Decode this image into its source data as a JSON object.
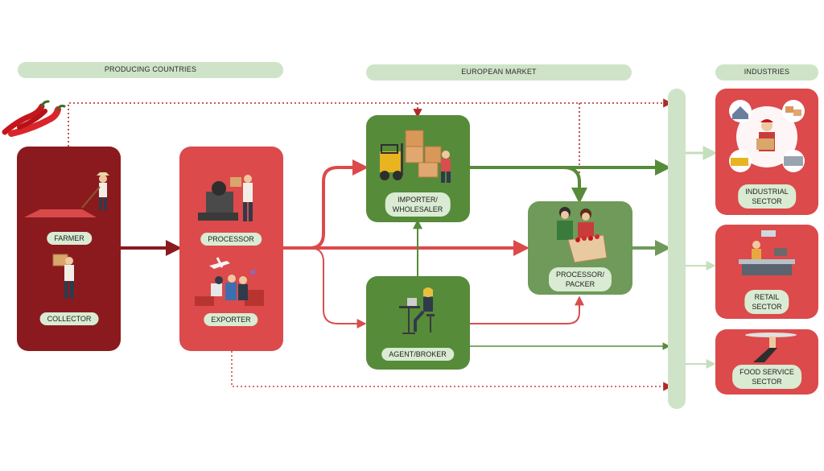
{
  "headers": {
    "producing": "PRODUCING COUNTRIES",
    "european": "EUROPEAN MARKET",
    "industries": "INDUSTRIES"
  },
  "nodes": {
    "farmer": "FARMER",
    "collector": "COLLECTOR",
    "processor": "PROCESSOR",
    "exporter": "EXPORTER",
    "importer_1": "IMPORTER/",
    "importer_2": "WHOLESALER",
    "agent": "AGENT/BROKER",
    "packer_1": "PROCESSOR/",
    "packer_2": "PACKER",
    "industrial_1": "INDUSTRIAL",
    "industrial_2": "SECTOR",
    "retail_1": "RETAIL",
    "retail_2": "SECTOR",
    "food_1": "FOOD SERVICE",
    "food_2": "SECTOR"
  },
  "colors": {
    "dark_red": "#8b1a1f",
    "red": "#dc4a4b",
    "green": "#568b3a",
    "mid_green": "#739a5c",
    "light_green": "#cfe3c8",
    "dotted": "#b02a2a"
  },
  "icons": [
    "chili-peppers-icon",
    "farmer-icon",
    "collector-icon",
    "processor-icon",
    "exporter-icon",
    "forklift-icon",
    "broker-icon",
    "packers-icon",
    "industrial-icon",
    "retail-icon",
    "food-service-icon"
  ]
}
